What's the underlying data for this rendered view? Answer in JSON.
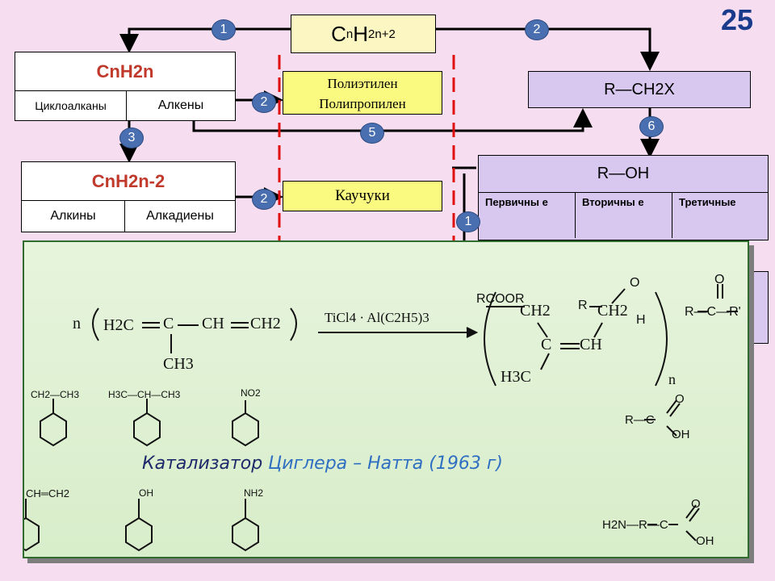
{
  "page_number": "25",
  "alkanes": {
    "formula_base": "C",
    "sub_n": "n",
    "h": "H",
    "sub_h": "2n+2"
  },
  "alkenes_block": {
    "formula_main": "CnH2n",
    "left_label": "Циклоалканы",
    "right_label": "Алкены"
  },
  "alkynes_block": {
    "formula_main": "CnH2n-2",
    "left_label": "Алкины",
    "right_label": "Алкадиены"
  },
  "polymers_box": {
    "line1": "Полиэтилен",
    "line2": "Полипропилен"
  },
  "rubbers_box": {
    "label": "Каучуки"
  },
  "haloalkane_box": {
    "label": "R—CH2X"
  },
  "alcohol_box": {
    "title": "R—OH",
    "col1": "Первичны е",
    "col2": "Вторичны е",
    "col3": "Третичные"
  },
  "badges": [
    "1",
    "2",
    "2",
    "3",
    "5",
    "6",
    "2",
    "1"
  ],
  "reaction": {
    "coef": "n",
    "monomer_h2c": "H2C",
    "monomer_c": "C",
    "monomer_ch": "CH",
    "monomer_ch2": "CH2",
    "monomer_ch3": "CH3",
    "catalyst": "TiCl4 · Al(C2H5)3",
    "polymer_ch2a": "CH2",
    "polymer_ch2b": "CH2",
    "polymer_c": "C",
    "polymer_ch": "CH",
    "polymer_h3c": "H3C",
    "subscript_n": "n"
  },
  "background_fragments": {
    "ester": "RCOOR",
    "aldehyde_r": "R",
    "aldehyde_o": "O",
    "aldehyde_h": "H",
    "ketone_o": "O",
    "ketone": "R—C—R'",
    "acid_o": "O",
    "acid_r": "R—C",
    "acid_oh": "OH",
    "amino_o": "O",
    "amino": "H2N—R—C",
    "amino_oh": "OH"
  },
  "aromatics": [
    "CH2—CH3",
    "H3C—CH—CH3",
    "NO2",
    "CH═CH2",
    "OH",
    "NH2"
  ],
  "caption": {
    "prefix": "Катализатор ",
    "highlight": "Циглера – Натта (1963 г)"
  }
}
